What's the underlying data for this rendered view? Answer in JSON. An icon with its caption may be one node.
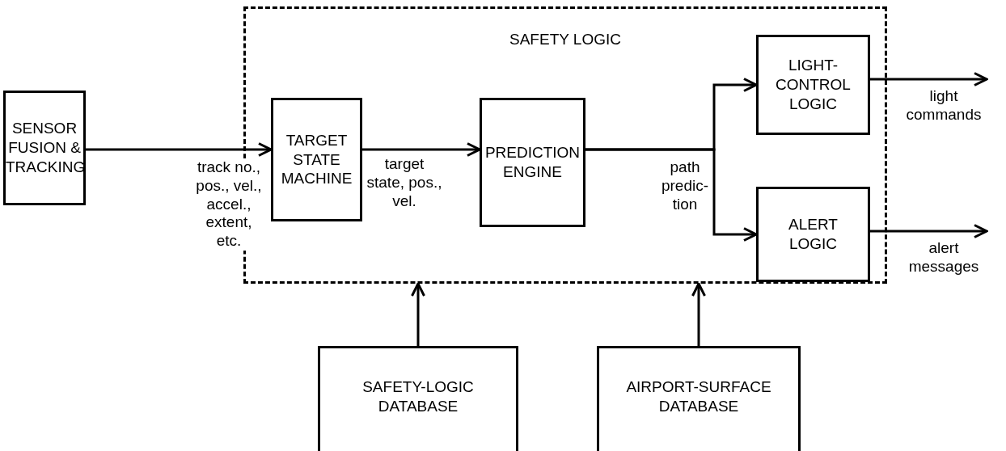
{
  "diagram": {
    "nodes": [
      {
        "text": [
          "SAFETY LOGIC"
        ]
      },
      {
        "text": [
          "SENSOR FUSION & TRACKING"
        ]
      },
      {
        "text": [
          "TARGET STATE MACHINE"
        ],
        "in": 0
      },
      {
        "text": [
          "PREDICTION ENGINE"
        ],
        "in": 0
      },
      {
        "text": [
          "LIGHT-CONTROL LOGIC"
        ],
        "in": 0
      },
      {
        "text": [
          "ALERT LOGIC"
        ],
        "in": 0
      },
      {
        "text": [
          "SAFETY-LOGIC DATABASE"
        ]
      },
      {
        "text": [
          "AIRPORT-SURFACE DATABASE"
        ]
      }
    ],
    "edges": [
      {
        "from": 1,
        "to": 2,
        "arrow": "to",
        "label": "track no., pos., vel., accel., extent, etc."
      },
      {
        "from": 2,
        "to": 3,
        "arrow": "to",
        "label": "target state, pos., vel."
      },
      {
        "from": 3,
        "to": 4,
        "arrow": "to",
        "label": "path predic- tion"
      },
      {
        "from": 3,
        "to": 5,
        "arrow": "to"
      },
      {
        "from": 4,
        "to": null,
        "arrow": "to",
        "label": "light commands"
      },
      {
        "from": 5,
        "to": null,
        "arrow": "to",
        "label": "alert messages"
      },
      {
        "from": 6,
        "to": 0,
        "arrow": "to"
      },
      {
        "from": 7,
        "to": 0,
        "arrow": "to"
      }
    ]
  }
}
